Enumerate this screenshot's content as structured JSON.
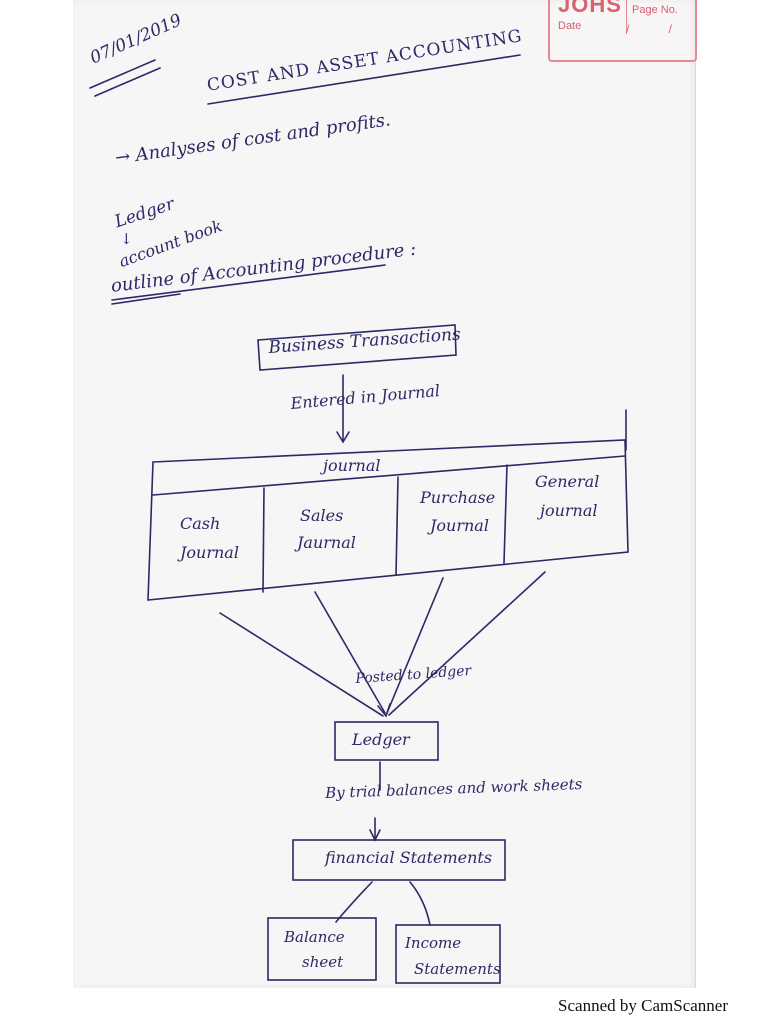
{
  "stamp": {
    "title": "JOHS",
    "page_no_label": "Page No.",
    "date_label": "Date",
    "date_slots": "/ /"
  },
  "notes": {
    "date": "07/01/2019",
    "title": "COST AND ASSET ACCOUNTING",
    "bullet": "→ Analyses of cost and profits.",
    "ledger_word": "Ledger",
    "arrow_down": "↓",
    "account_book": "account book",
    "outline": "outline of Accounting procedure :"
  },
  "flow": {
    "business": "Business Transactions",
    "entered": "Entered in Journal",
    "journal": "journal",
    "journal_cells": [
      [
        "Cash",
        "Journal"
      ],
      [
        "Sales",
        "Jaurnal"
      ],
      [
        "Purchase",
        "Journal"
      ],
      [
        "General",
        "journal"
      ]
    ],
    "posted": "Posted to ledger",
    "ledger": "Ledger",
    "trial": "By trial balances and work sheets",
    "financial": "financial Statements",
    "balance": [
      "Balance",
      "sheet"
    ],
    "income": [
      "Income",
      "Statements"
    ]
  },
  "footer": "Scanned by CamScanner"
}
